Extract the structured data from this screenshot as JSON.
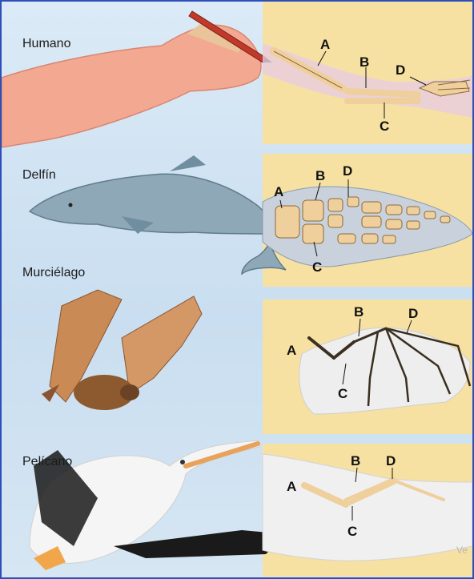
{
  "rows": [
    {
      "label": "Humano",
      "parts": {
        "a": "A",
        "b": "B",
        "c": "C",
        "d": "D"
      }
    },
    {
      "label": "Delfín",
      "parts": {
        "a": "A",
        "b": "B",
        "c": "C",
        "d": "D"
      }
    },
    {
      "label": "Murciélago",
      "parts": {
        "a": "A",
        "b": "B",
        "c": "C",
        "d": "D"
      }
    },
    {
      "label": "Pelícano",
      "parts": {
        "a": "A",
        "b": "B",
        "c": "C",
        "d": "D"
      }
    }
  ],
  "watermark": "Ve",
  "colors": {
    "frame": "#2f4fb8",
    "panel": "#f6e1a3",
    "bone": "#efcf9c",
    "skin": "#f0a58c",
    "dolphin": "#8fa8b8",
    "bat": "#c98a55",
    "pelican_black": "#1a1a1a"
  }
}
